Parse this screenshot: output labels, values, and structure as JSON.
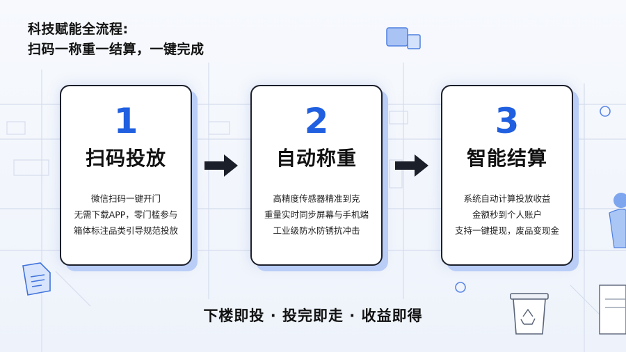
{
  "heading": {
    "line1": "科技赋能全流程:",
    "line2": "扫码一称重一结算，一键完成"
  },
  "steps": [
    {
      "number": "1",
      "title": "扫码投放",
      "lines": [
        "微信扫码一键开门",
        "无需下载APP，零门槛参与",
        "箱体标注品类引导规范投放"
      ]
    },
    {
      "number": "2",
      "title": "自动称重",
      "lines": [
        "高精度传感器精准到克",
        "重量实时同步屏幕与手机端",
        "工业级防水防锈抗冲击"
      ]
    },
    {
      "number": "3",
      "title": "智能结算",
      "lines": [
        "系统自动计算投放收益",
        "金额秒到个人账户",
        "支持一键提现，废品变现金"
      ]
    }
  ],
  "tagline": "下楼即投 · 投完即走 · 收益即得",
  "colors": {
    "accent": "#1f5fe0",
    "card_shadow": "#b9cdf6",
    "text": "#111111"
  },
  "icons": [
    "document-icon",
    "recycle-bin-icon",
    "person-icon",
    "window-icon",
    "arrow-right-icon"
  ]
}
